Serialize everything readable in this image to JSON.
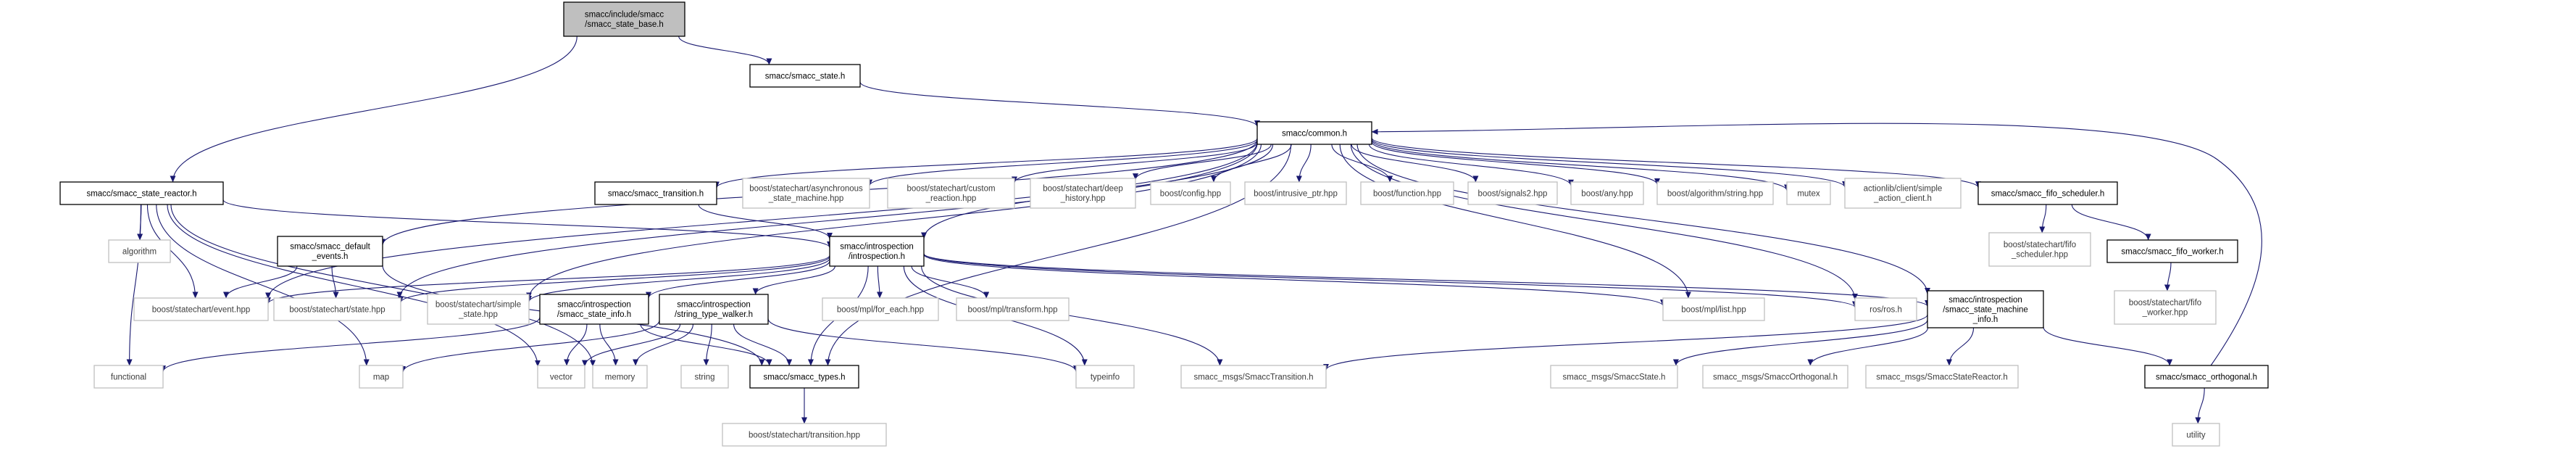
{
  "diagram": {
    "nodes": [
      {
        "id": "base",
        "lines": [
          "smacc/include/smacc",
          "/smacc_state_base.h"
        ],
        "kind": "main"
      },
      {
        "id": "state",
        "lines": [
          "smacc/smacc_state.h"
        ],
        "kind": "local"
      },
      {
        "id": "common",
        "lines": [
          "smacc/common.h"
        ],
        "kind": "local"
      },
      {
        "id": "reactor",
        "lines": [
          "smacc/smacc_state_reactor.h"
        ],
        "kind": "local"
      },
      {
        "id": "transition",
        "lines": [
          "smacc/smacc_transition.h"
        ],
        "kind": "local"
      },
      {
        "id": "async_sm",
        "lines": [
          "boost/statechart/asynchronous",
          "_state_machine.hpp"
        ],
        "kind": "ext"
      },
      {
        "id": "custom_reaction",
        "lines": [
          "boost/statechart/custom",
          "_reaction.hpp"
        ],
        "kind": "ext"
      },
      {
        "id": "deep_history",
        "lines": [
          "boost/statechart/deep",
          "_history.hpp"
        ],
        "kind": "ext"
      },
      {
        "id": "boost_config",
        "lines": [
          "boost/config.hpp"
        ],
        "kind": "ext"
      },
      {
        "id": "intrusive_ptr",
        "lines": [
          "boost/intrusive_ptr.hpp"
        ],
        "kind": "ext"
      },
      {
        "id": "boost_function",
        "lines": [
          "boost/function.hpp"
        ],
        "kind": "ext"
      },
      {
        "id": "signals2",
        "lines": [
          "boost/signals2.hpp"
        ],
        "kind": "ext"
      },
      {
        "id": "boost_any",
        "lines": [
          "boost/any.hpp"
        ],
        "kind": "ext"
      },
      {
        "id": "algo_string",
        "lines": [
          "boost/algorithm/string.hpp"
        ],
        "kind": "ext"
      },
      {
        "id": "mutex",
        "lines": [
          "mutex"
        ],
        "kind": "ext"
      },
      {
        "id": "action_client",
        "lines": [
          "actionlib/client/simple",
          "_action_client.h"
        ],
        "kind": "ext"
      },
      {
        "id": "fifo_scheduler",
        "lines": [
          "smacc/smacc_fifo_scheduler.h"
        ],
        "kind": "local"
      },
      {
        "id": "algorithm",
        "lines": [
          "algorithm"
        ],
        "kind": "ext"
      },
      {
        "id": "default_events",
        "lines": [
          "smacc/smacc_default",
          "_events.h"
        ],
        "kind": "local"
      },
      {
        "id": "introspection",
        "lines": [
          "smacc/introspection",
          "/introspection.h"
        ],
        "kind": "local"
      },
      {
        "id": "bs_fifo_scheduler",
        "lines": [
          "boost/statechart/fifo",
          "_scheduler.hpp"
        ],
        "kind": "ext"
      },
      {
        "id": "fifo_worker",
        "lines": [
          "smacc/smacc_fifo_worker.h"
        ],
        "kind": "local"
      },
      {
        "id": "event_hpp",
        "lines": [
          "boost/statechart/event.hpp"
        ],
        "kind": "ext"
      },
      {
        "id": "state_hpp",
        "lines": [
          "boost/statechart/state.hpp"
        ],
        "kind": "ext"
      },
      {
        "id": "simple_state",
        "lines": [
          "boost/statechart/simple",
          "_state.hpp"
        ],
        "kind": "ext"
      },
      {
        "id": "state_info",
        "lines": [
          "smacc/introspection",
          "/smacc_state_info.h"
        ],
        "kind": "local"
      },
      {
        "id": "type_walker",
        "lines": [
          "smacc/introspection",
          "/string_type_walker.h"
        ],
        "kind": "local"
      },
      {
        "id": "for_each",
        "lines": [
          "boost/mpl/for_each.hpp"
        ],
        "kind": "ext"
      },
      {
        "id": "mpl_transform",
        "lines": [
          "boost/mpl/transform.hpp"
        ],
        "kind": "ext"
      },
      {
        "id": "mpl_list",
        "lines": [
          "boost/mpl/list.hpp"
        ],
        "kind": "ext"
      },
      {
        "id": "ros_h",
        "lines": [
          "ros/ros.h"
        ],
        "kind": "ext"
      },
      {
        "id": "sm_info",
        "lines": [
          "smacc/introspection",
          "/smacc_state_machine",
          "_info.h"
        ],
        "kind": "local"
      },
      {
        "id": "bs_fifo_worker",
        "lines": [
          "boost/statechart/fifo",
          "_worker.hpp"
        ],
        "kind": "ext"
      },
      {
        "id": "functional",
        "lines": [
          "functional"
        ],
        "kind": "ext"
      },
      {
        "id": "map",
        "lines": [
          "map"
        ],
        "kind": "ext"
      },
      {
        "id": "vector",
        "lines": [
          "vector"
        ],
        "kind": "ext"
      },
      {
        "id": "memory",
        "lines": [
          "memory"
        ],
        "kind": "ext"
      },
      {
        "id": "string",
        "lines": [
          "string"
        ],
        "kind": "ext"
      },
      {
        "id": "smacc_types",
        "lines": [
          "smacc/smacc_types.h"
        ],
        "kind": "local"
      },
      {
        "id": "typeinfo",
        "lines": [
          "typeinfo"
        ],
        "kind": "ext"
      },
      {
        "id": "msg_transition",
        "lines": [
          "smacc_msgs/SmaccTransition.h"
        ],
        "kind": "ext"
      },
      {
        "id": "msg_state",
        "lines": [
          "smacc_msgs/SmaccState.h"
        ],
        "kind": "ext"
      },
      {
        "id": "msg_orthogonal",
        "lines": [
          "smacc_msgs/SmaccOrthogonal.h"
        ],
        "kind": "ext"
      },
      {
        "id": "msg_reactor",
        "lines": [
          "smacc_msgs/SmaccStateReactor.h"
        ],
        "kind": "ext"
      },
      {
        "id": "orthogonal",
        "lines": [
          "smacc/smacc_orthogonal.h"
        ],
        "kind": "local"
      },
      {
        "id": "transition_hpp",
        "lines": [
          "boost/statechart/transition.hpp"
        ],
        "kind": "ext"
      },
      {
        "id": "utility",
        "lines": [
          "utility"
        ],
        "kind": "ext"
      }
    ],
    "edges": [
      [
        "base",
        "state"
      ],
      [
        "base",
        "reactor"
      ],
      [
        "state",
        "common"
      ],
      [
        "common",
        "transition"
      ],
      [
        "common",
        "async_sm"
      ],
      [
        "common",
        "custom_reaction"
      ],
      [
        "common",
        "deep_history"
      ],
      [
        "common",
        "boost_config"
      ],
      [
        "common",
        "intrusive_ptr"
      ],
      [
        "common",
        "boost_function"
      ],
      [
        "common",
        "signals2"
      ],
      [
        "common",
        "boost_any"
      ],
      [
        "common",
        "algo_string"
      ],
      [
        "common",
        "mutex"
      ],
      [
        "common",
        "action_client"
      ],
      [
        "common",
        "fifo_scheduler"
      ],
      [
        "common",
        "default_events"
      ],
      [
        "common",
        "introspection"
      ],
      [
        "common",
        "event_hpp"
      ],
      [
        "common",
        "state_hpp"
      ],
      [
        "common",
        "simple_state"
      ],
      [
        "common",
        "smacc_types"
      ],
      [
        "common",
        "mpl_list"
      ],
      [
        "common",
        "ros_h"
      ],
      [
        "common",
        "sm_info"
      ],
      [
        "reactor",
        "algorithm"
      ],
      [
        "reactor",
        "introspection"
      ],
      [
        "reactor",
        "event_hpp"
      ],
      [
        "reactor",
        "functional"
      ],
      [
        "reactor",
        "map"
      ],
      [
        "reactor",
        "vector"
      ],
      [
        "reactor",
        "memory"
      ],
      [
        "transition",
        "introspection"
      ],
      [
        "default_events",
        "event_hpp"
      ],
      [
        "default_events",
        "state_hpp"
      ],
      [
        "default_events",
        "smacc_types"
      ],
      [
        "introspection",
        "event_hpp"
      ],
      [
        "introspection",
        "state_hpp"
      ],
      [
        "introspection",
        "simple_state"
      ],
      [
        "introspection",
        "state_info"
      ],
      [
        "introspection",
        "type_walker"
      ],
      [
        "introspection",
        "for_each"
      ],
      [
        "introspection",
        "mpl_transform"
      ],
      [
        "introspection",
        "mpl_list"
      ],
      [
        "introspection",
        "ros_h"
      ],
      [
        "introspection",
        "sm_info"
      ],
      [
        "introspection",
        "smacc_types"
      ],
      [
        "introspection",
        "typeinfo"
      ],
      [
        "introspection",
        "msg_transition"
      ],
      [
        "fifo_scheduler",
        "bs_fifo_scheduler"
      ],
      [
        "fifo_scheduler",
        "fifo_worker"
      ],
      [
        "fifo_worker",
        "bs_fifo_worker"
      ],
      [
        "state_info",
        "functional"
      ],
      [
        "state_info",
        "vector"
      ],
      [
        "state_info",
        "memory"
      ],
      [
        "state_info",
        "smacc_types"
      ],
      [
        "type_walker",
        "map"
      ],
      [
        "type_walker",
        "vector"
      ],
      [
        "type_walker",
        "memory"
      ],
      [
        "type_walker",
        "string"
      ],
      [
        "type_walker",
        "typeinfo"
      ],
      [
        "type_walker",
        "smacc_types"
      ],
      [
        "sm_info",
        "msg_transition"
      ],
      [
        "sm_info",
        "msg_state"
      ],
      [
        "sm_info",
        "msg_orthogonal"
      ],
      [
        "sm_info",
        "msg_reactor"
      ],
      [
        "sm_info",
        "orthogonal"
      ],
      [
        "orthogonal",
        "common"
      ],
      [
        "orthogonal",
        "utility"
      ],
      [
        "smacc_types",
        "transition_hpp"
      ]
    ]
  }
}
